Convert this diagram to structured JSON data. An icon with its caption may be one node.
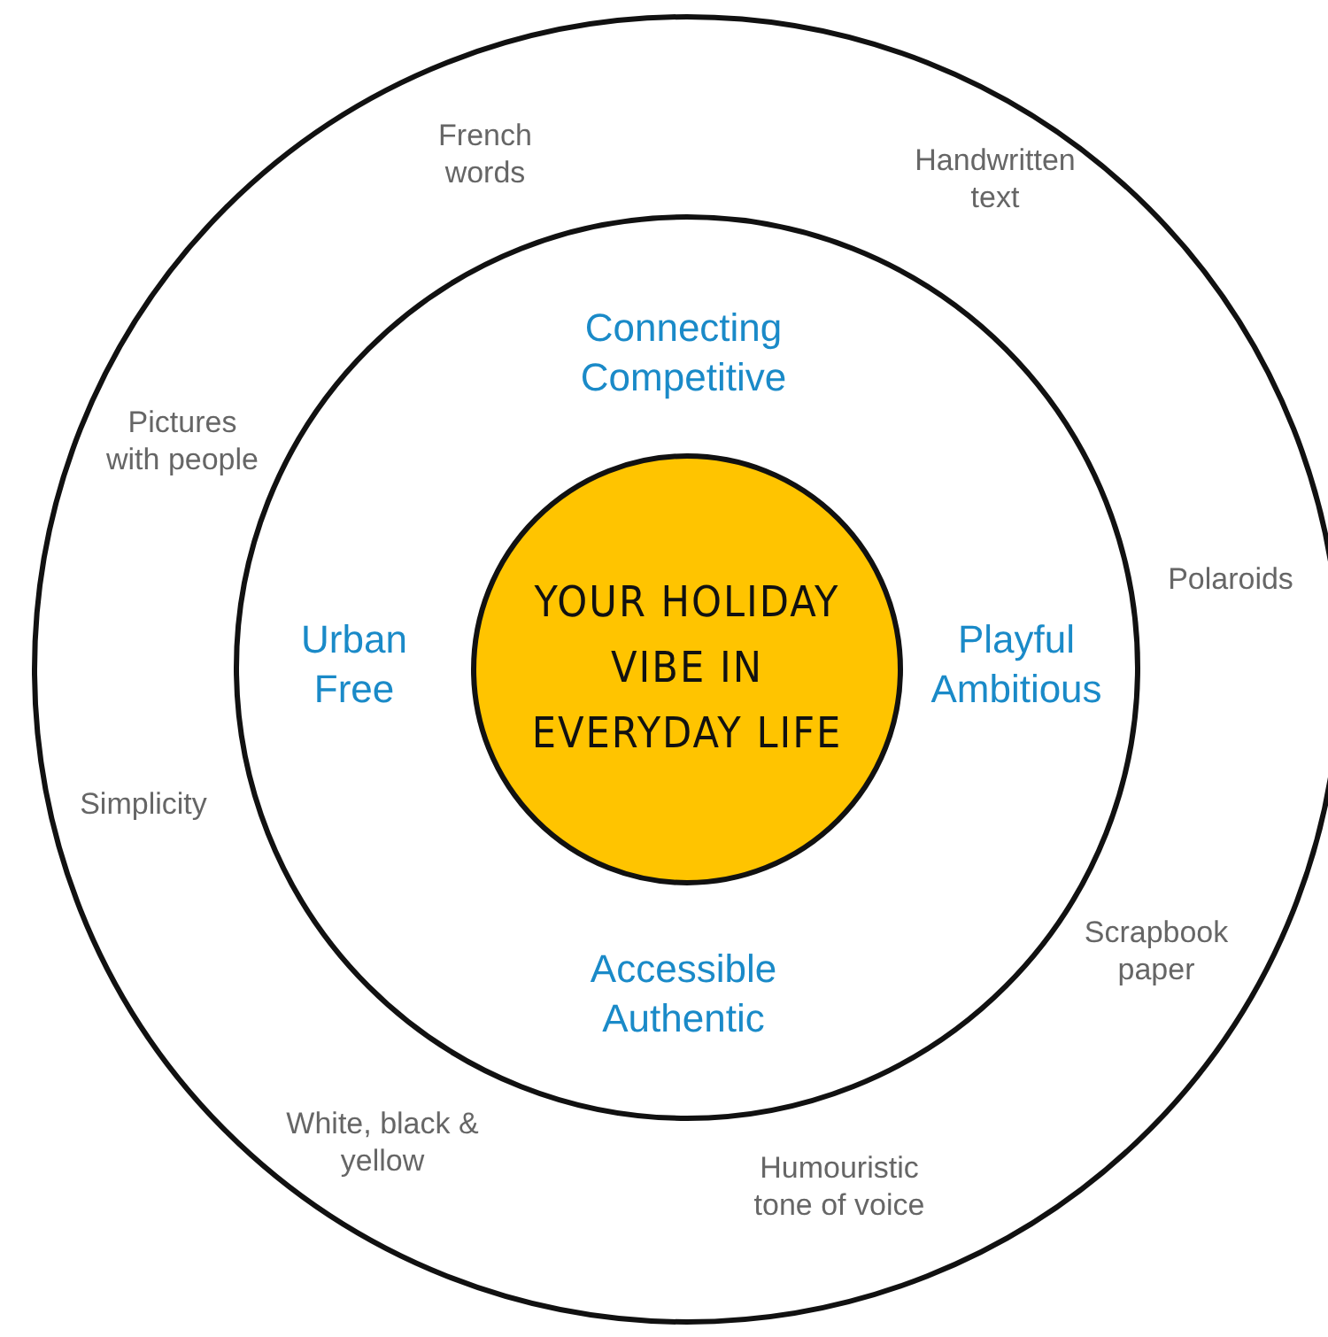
{
  "diagram": {
    "nodes": [
      {
        "text": [
          "French words",
          "Handwritten text",
          "Pictures with people",
          "Polaroids",
          "Simplicity",
          "Scrapbook paper",
          "White, black & yellow",
          "Humouristic tone of voice"
        ]
      },
      {
        "text": [
          "Connecting Competitive",
          "Urban Free",
          "Playful Ambitious",
          "Accessible Authentic"
        ],
        "in": 0
      },
      {
        "text": [
          "YOUR HOLIDAY VIBE IN EVERYDAY LIFE"
        ],
        "in": 1
      }
    ]
  }
}
